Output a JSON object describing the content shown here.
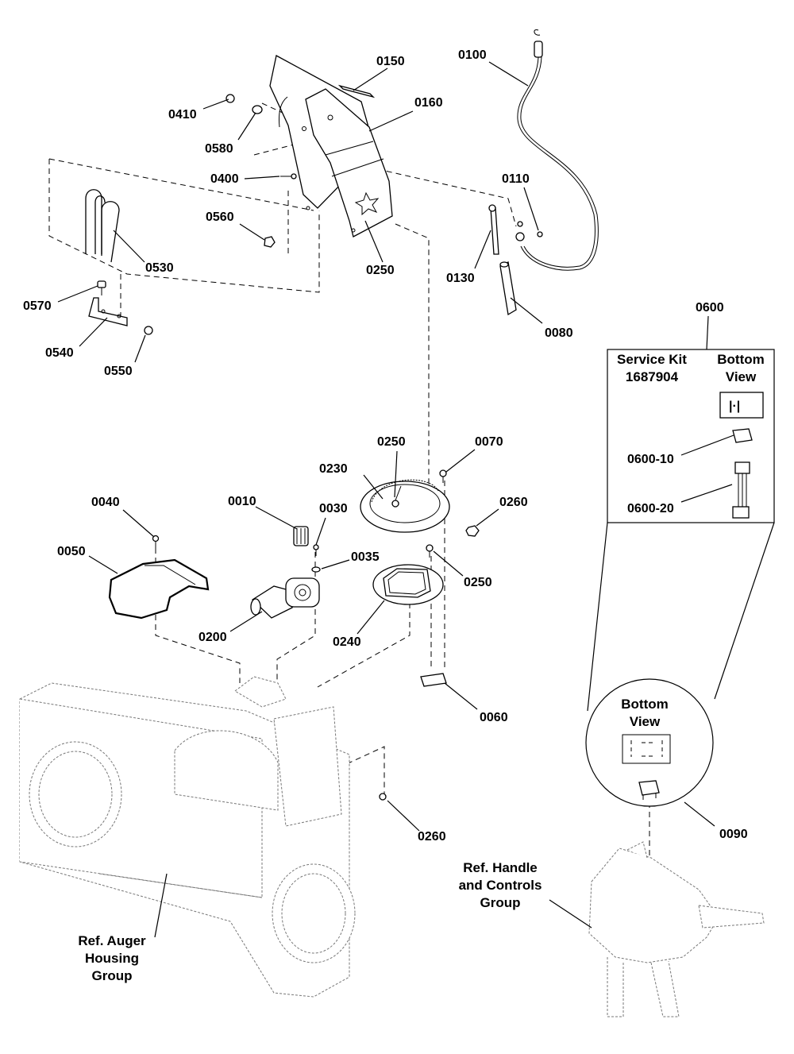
{
  "parts": {
    "p0010": "0010",
    "p0030": "0030",
    "p0035": "0035",
    "p0040": "0040",
    "p0050": "0050",
    "p0060": "0060",
    "p0070": "0070",
    "p0080": "0080",
    "p0090": "0090",
    "p0100": "0100",
    "p0110": "0110",
    "p0130": "0130",
    "p0150": "0150",
    "p0160": "0160",
    "p0200": "0200",
    "p0230": "0230",
    "p0240": "0240",
    "p0250a": "0250",
    "p0250b": "0250",
    "p0250c": "0250",
    "p0260a": "0260",
    "p0260b": "0260",
    "p0400": "0400",
    "p0410": "0410",
    "p0530": "0530",
    "p0540": "0540",
    "p0550": "0550",
    "p0560": "0560",
    "p0570": "0570",
    "p0580": "0580",
    "p0600": "0600",
    "p0600_10": "0600-10",
    "p0600_20": "0600-20"
  },
  "service_kit": {
    "title_line1": "Service Kit",
    "title_line2": "1687904",
    "bottom_view_line1": "Bottom",
    "bottom_view_line2": "View"
  },
  "inset_0090": {
    "bottom_view_line1": "Bottom",
    "bottom_view_line2": "View"
  },
  "refs": {
    "auger_line1": "Ref. Auger",
    "auger_line2": "Housing",
    "auger_line3": "Group",
    "handle_line1": "Ref. Handle",
    "handle_line2": "and Controls",
    "handle_line3": "Group"
  }
}
